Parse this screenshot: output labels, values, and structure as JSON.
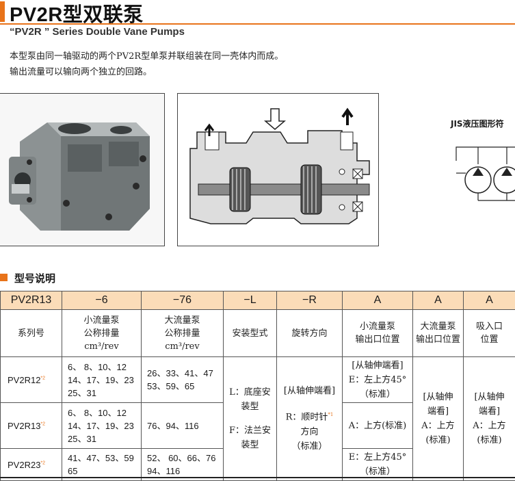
{
  "header": {
    "title": "PV2R型双联泵",
    "subtitle": "“PV2R ” Series Double Vane Pumps"
  },
  "intro": {
    "line1": "本型泵由同一轴驱动的两个PV2R型单泵并联组装在同一壳体内而成。",
    "line2": "输出流量可以输向两个独立的回路。"
  },
  "figures": {
    "jis_label": "JIS液压图形符"
  },
  "section": {
    "title": "型号说明"
  },
  "table": {
    "headers": [
      "PV2R13",
      "−6",
      "−76",
      "−L",
      "−R",
      "A",
      "A",
      "A"
    ],
    "descriptions": {
      "series": "系列号",
      "small_disp": [
        "小流量泵",
        "公称排量",
        "cm³/rev"
      ],
      "large_disp": [
        "大流量泵",
        "公称排量",
        "cm³/rev"
      ],
      "mount": "安装型式",
      "rotation": "旋转方向",
      "small_outlet": [
        "小流量泵",
        "输出口位置"
      ],
      "large_outlet": [
        "大流量泵",
        "输出口位置"
      ],
      "inlet": [
        "吸入口",
        "位置"
      ]
    },
    "rows": [
      {
        "series": "PV2R12",
        "note": "*2",
        "small": [
          "6、 8、10、12",
          "14、17、19、23",
          "25、31"
        ],
        "large": [
          "26、33、41、47",
          "53、59、65"
        ],
        "small_outlet": [
          "[从轴伸端看]",
          "E：左上方45°",
          "（标准）"
        ]
      },
      {
        "series": "PV2R13",
        "note": "*2",
        "small": [
          "6、 8、10、12",
          "14、17、19、23",
          "25、31"
        ],
        "large": [
          "76、94、116"
        ],
        "small_outlet": [
          "A：上方(标准)"
        ]
      },
      {
        "series": "PV2R23",
        "note": "*2",
        "small": [
          "41、47、53、59",
          "65"
        ],
        "large": [
          "52、 60、66、76",
          "94、116"
        ],
        "small_outlet": [
          "E：左上方45°",
          "（标准）"
        ]
      }
    ],
    "mount_options": [
      "L：底座安",
      "装型",
      "F：法兰安",
      "装型"
    ],
    "rotation_options": [
      "[从轴伸端看]",
      "R：顺时针",
      "方向",
      "（标准）"
    ],
    "rotation_note": "*1",
    "large_outlet_options": [
      "[从轴伸",
      "端看]",
      "A：上方",
      "(标准)"
    ],
    "inlet_options": [
      "[从轴伸",
      "端看]",
      "A：上方",
      "(标准)"
    ]
  }
}
